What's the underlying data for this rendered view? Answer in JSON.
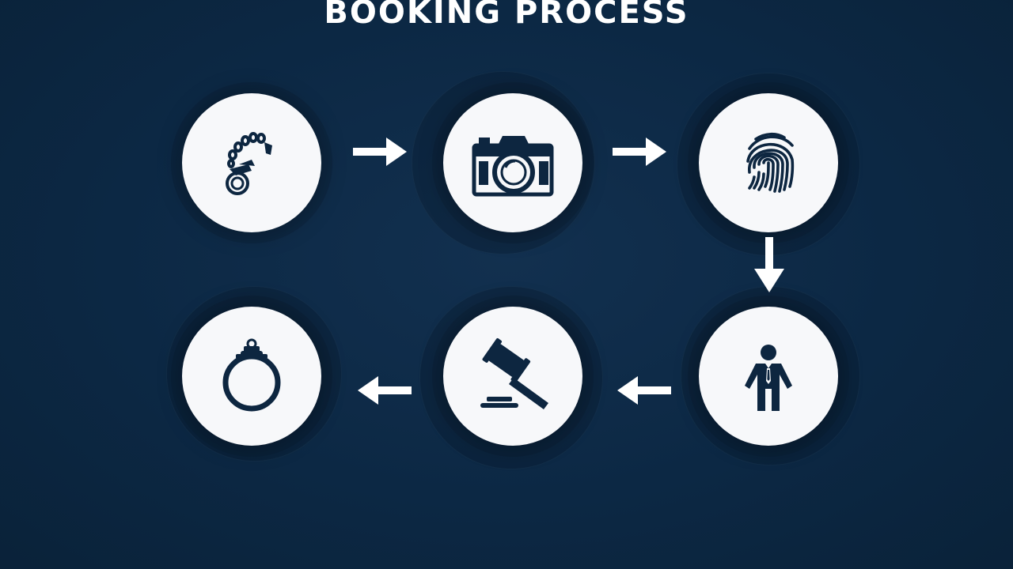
{
  "title": "BOOKING PROCESS",
  "colors": {
    "background": "#0c2844",
    "circle_fill": "#f7f8fa",
    "icon": "#0d2640",
    "arrow": "#ffffff"
  },
  "steps": [
    {
      "icon": "handcuffs-chain-icon"
    },
    {
      "icon": "camera-icon"
    },
    {
      "icon": "fingerprint-icon"
    },
    {
      "icon": "person-suit-icon"
    },
    {
      "icon": "gavel-icon"
    },
    {
      "icon": "handcuff-ring-icon"
    }
  ],
  "flow": [
    "right",
    "right",
    "down",
    "left",
    "left"
  ]
}
